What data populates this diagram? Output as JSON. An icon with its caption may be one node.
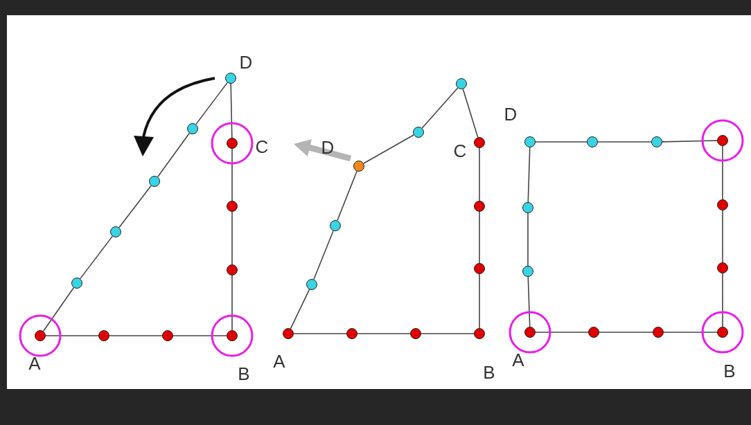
{
  "diagram": {
    "nodes": [
      {
        "text": [],
        "shape": "circle",
        "beside": [
          "A"
        ]
      },
      {
        "text": [],
        "shape": "circle"
      },
      {
        "text": [],
        "shape": "circle"
      },
      {
        "text": [],
        "shape": "circle",
        "beside": [
          "B"
        ]
      },
      {
        "text": [],
        "shape": "circle"
      },
      {
        "text": [],
        "shape": "circle"
      },
      {
        "text": [],
        "shape": "circle",
        "beside": [
          "C"
        ]
      },
      {
        "text": [],
        "shape": "circle",
        "beside": [
          "D"
        ]
      },
      {
        "text": [],
        "shape": "circle"
      },
      {
        "text": [],
        "shape": "circle"
      },
      {
        "text": [],
        "shape": "circle"
      },
      {
        "text": [],
        "shape": "circle"
      },
      {
        "text": [],
        "shape": "circle",
        "beside": [
          "A"
        ]
      },
      {
        "text": [],
        "shape": "circle"
      },
      {
        "text": [],
        "shape": "circle"
      },
      {
        "text": [],
        "shape": "circle",
        "beside": [
          "B"
        ]
      },
      {
        "text": [],
        "shape": "circle"
      },
      {
        "text": [],
        "shape": "circle"
      },
      {
        "text": [],
        "shape": "circle",
        "beside": [
          "C"
        ]
      },
      {
        "text": [],
        "shape": "circle"
      },
      {
        "text": [],
        "shape": "circle"
      },
      {
        "text": [],
        "shape": "circle",
        "beside": [
          "D"
        ]
      },
      {
        "text": [],
        "shape": "circle"
      },
      {
        "text": [],
        "shape": "circle"
      },
      {
        "text": [],
        "shape": "circle",
        "beside": [
          "A"
        ]
      },
      {
        "text": [],
        "shape": "circle"
      },
      {
        "text": [],
        "shape": "circle"
      },
      {
        "text": [],
        "shape": "circle",
        "beside": [
          "B"
        ]
      },
      {
        "text": [],
        "shape": "circle"
      },
      {
        "text": [],
        "shape": "circle"
      },
      {
        "text": [],
        "shape": "circle"
      },
      {
        "text": [],
        "shape": "circle"
      },
      {
        "text": [],
        "shape": "circle"
      },
      {
        "text": [],
        "shape": "circle",
        "beside": [
          "D"
        ]
      },
      {
        "text": [],
        "shape": "circle"
      },
      {
        "text": [],
        "shape": "circle"
      }
    ],
    "edges": [
      {
        "from": 0,
        "to": 1,
        "arrow": "none"
      },
      {
        "from": 1,
        "to": 2,
        "arrow": "none"
      },
      {
        "from": 2,
        "to": 3,
        "arrow": "none"
      },
      {
        "from": 3,
        "to": 4,
        "arrow": "none"
      },
      {
        "from": 4,
        "to": 5,
        "arrow": "none"
      },
      {
        "from": 5,
        "to": 6,
        "arrow": "none"
      },
      {
        "from": 6,
        "to": 7,
        "arrow": "none"
      },
      {
        "from": 7,
        "to": 8,
        "arrow": "none"
      },
      {
        "from": 8,
        "to": 9,
        "arrow": "none"
      },
      {
        "from": 9,
        "to": 10,
        "arrow": "none"
      },
      {
        "from": 10,
        "to": 11,
        "arrow": "none"
      },
      {
        "from": 11,
        "to": 0,
        "arrow": "none"
      },
      {
        "from": 12,
        "to": 13,
        "arrow": "none"
      },
      {
        "from": 13,
        "to": 14,
        "arrow": "none"
      },
      {
        "from": 14,
        "to": 15,
        "arrow": "none"
      },
      {
        "from": 15,
        "to": 16,
        "arrow": "none"
      },
      {
        "from": 16,
        "to": 17,
        "arrow": "none"
      },
      {
        "from": 17,
        "to": 18,
        "arrow": "none"
      },
      {
        "from": 18,
        "to": 19,
        "arrow": "none"
      },
      {
        "from": 19,
        "to": 20,
        "arrow": "none"
      },
      {
        "from": 20,
        "to": 21,
        "arrow": "none"
      },
      {
        "from": 21,
        "to": 22,
        "arrow": "none"
      },
      {
        "from": 22,
        "to": 23,
        "arrow": "none"
      },
      {
        "from": 23,
        "to": 12,
        "arrow": "none"
      },
      {
        "from": 24,
        "to": 25,
        "arrow": "none"
      },
      {
        "from": 25,
        "to": 26,
        "arrow": "none"
      },
      {
        "from": 26,
        "to": 27,
        "arrow": "none"
      },
      {
        "from": 27,
        "to": 28,
        "arrow": "none"
      },
      {
        "from": 28,
        "to": 29,
        "arrow": "none"
      },
      {
        "from": 29,
        "to": 30,
        "arrow": "none"
      },
      {
        "from": 30,
        "to": 31,
        "arrow": "none"
      },
      {
        "from": 31,
        "to": 32,
        "arrow": "none"
      },
      {
        "from": 32,
        "to": 33,
        "arrow": "none"
      },
      {
        "from": 33,
        "to": 34,
        "arrow": "none"
      },
      {
        "from": 34,
        "to": 35,
        "arrow": "none"
      },
      {
        "from": 35,
        "to": 24,
        "arrow": "none"
      }
    ]
  }
}
